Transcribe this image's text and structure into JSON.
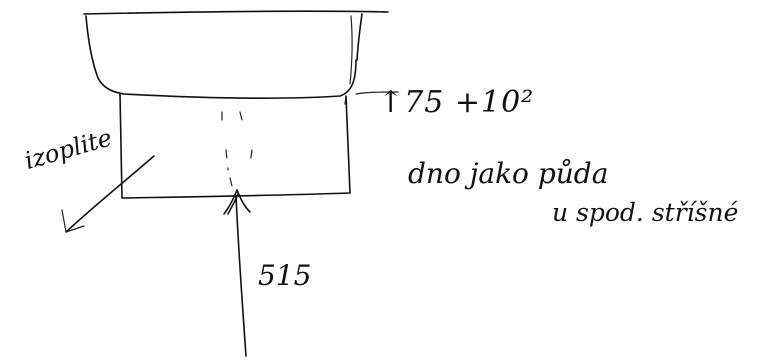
{
  "annotations": {
    "top_right": "↑75 +10²",
    "right_line1": "dno jako půda",
    "right_line2": "u spod. stříšné",
    "bottom_value": "515",
    "left_label": "izoplite"
  },
  "colors": {
    "ink": "#111111",
    "paper": "#ffffff"
  }
}
